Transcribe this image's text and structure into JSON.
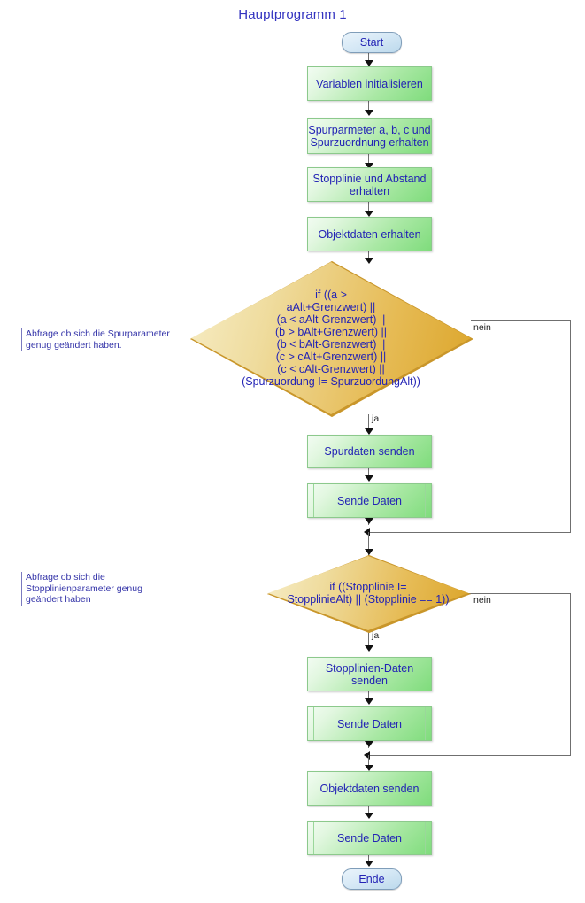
{
  "diagram": {
    "title": "Hauptprogramm 1",
    "type": "flowchart",
    "language": "de"
  },
  "nodes": {
    "start": {
      "label": "Start",
      "shape": "terminator"
    },
    "init": {
      "label": "Variablen initialisieren",
      "shape": "process"
    },
    "lane_params": {
      "label": "Spurparmeter a, b, c und\nSpurzuordnung erhalten",
      "shape": "process"
    },
    "stopline": {
      "label": "Stopplinie und Abstand\nerhalten",
      "shape": "process"
    },
    "objectdata": {
      "label": "Objektdaten erhalten",
      "shape": "process"
    },
    "decision1": {
      "label": "if ((a >\naAlt+Grenzwert) ||\n(a < aAlt-Grenzwert) ||\n(b > bAlt+Grenzwert) ||\n(b < bAlt-Grenzwert) ||\n(c > cAlt+Grenzwert) ||\n(c < cAlt-Grenzwert) ||\n(Spurzuordung I= SpurzuordungAlt))",
      "shape": "decision"
    },
    "lane_send": {
      "label": "Spurdaten senden",
      "shape": "process"
    },
    "send1": {
      "label": "Sende Daten",
      "shape": "predefined-process"
    },
    "decision2": {
      "label": "if ((Stopplinie I=\nStopplinieAlt) || (Stopplinie == 1))",
      "shape": "decision"
    },
    "stop_send": {
      "label": "Stopplinien-Daten\nsenden",
      "shape": "process"
    },
    "send2": {
      "label": "Sende Daten",
      "shape": "predefined-process"
    },
    "obj_send": {
      "label": "Objektdaten senden",
      "shape": "process"
    },
    "send3": {
      "label": "Sende Daten",
      "shape": "predefined-process"
    },
    "end": {
      "label": "Ende",
      "shape": "terminator"
    }
  },
  "edge_labels": {
    "d1_yes": "ja",
    "d1_no": "nein",
    "d2_yes": "ja",
    "d2_no": "nein"
  },
  "annotations": {
    "note1": "Abfrage ob sich die Spurparameter\ngenug geändert haben.",
    "note2": "Abfrage ob sich die\nStopplinienparameter genug\ngeändert haben"
  },
  "colors": {
    "title_text": "#3333c0",
    "node_text": "#2323b5",
    "process_fill": "#a9e8a4",
    "process_border": "#8cc98c",
    "decision_fill": "#e6bb55",
    "decision_border": "#c9962a",
    "terminator_fill": "#d7e9f6",
    "terminator_border": "#7f9db9",
    "connector": "#6f6f6f",
    "annotation_text": "#3333a8"
  }
}
